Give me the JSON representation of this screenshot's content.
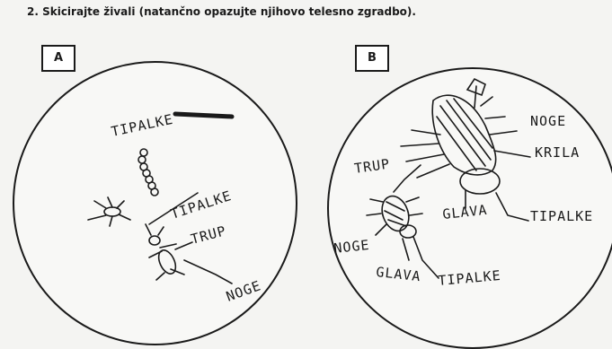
{
  "instruction": "2. Skicirajte živali (natančno opazujte njihovo telesno zgradbo).",
  "panels": [
    {
      "label": "A",
      "annotations": [
        "TIPALKE",
        "TIPALKE",
        "TRUP",
        "NOGE"
      ]
    },
    {
      "label": "B",
      "annotations": [
        "NOGE",
        "KRILA",
        "TRUP",
        "GLAVA",
        "TIPALKE",
        "NOGE",
        "GLAVA",
        "TIPALKE"
      ]
    }
  ]
}
